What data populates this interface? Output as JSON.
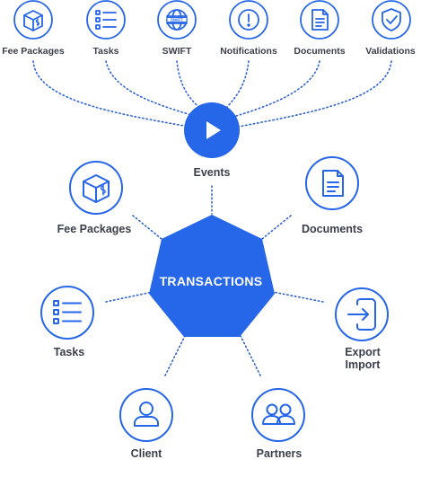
{
  "top_row": [
    {
      "label": "Fee Packages",
      "icon": "box-dollar-icon"
    },
    {
      "label": "Tasks",
      "icon": "checklist-icon"
    },
    {
      "label": "SWIFT",
      "icon": "swift-globe-icon"
    },
    {
      "label": "Notifications",
      "icon": "exclamation-icon"
    },
    {
      "label": "Documents",
      "icon": "document-icon"
    },
    {
      "label": "Validations",
      "icon": "shield-check-icon"
    }
  ],
  "events": {
    "label": "Events",
    "icon": "play-icon"
  },
  "hub": {
    "label": "TRANSACTIONS"
  },
  "orbit": [
    {
      "label": "Fee Packages",
      "icon": "box-dollar-icon"
    },
    {
      "label": "Documents",
      "icon": "document-icon"
    },
    {
      "label": "Tasks",
      "icon": "checklist-icon"
    },
    {
      "label": "Export\nImport",
      "icon": "export-import-icon"
    },
    {
      "label": "Client",
      "icon": "user-icon"
    },
    {
      "label": "Partners",
      "icon": "users-icon"
    }
  ],
  "colors": {
    "accent": "#2666e8",
    "text": "#3a3f4a",
    "dots": "#2f63d6"
  }
}
